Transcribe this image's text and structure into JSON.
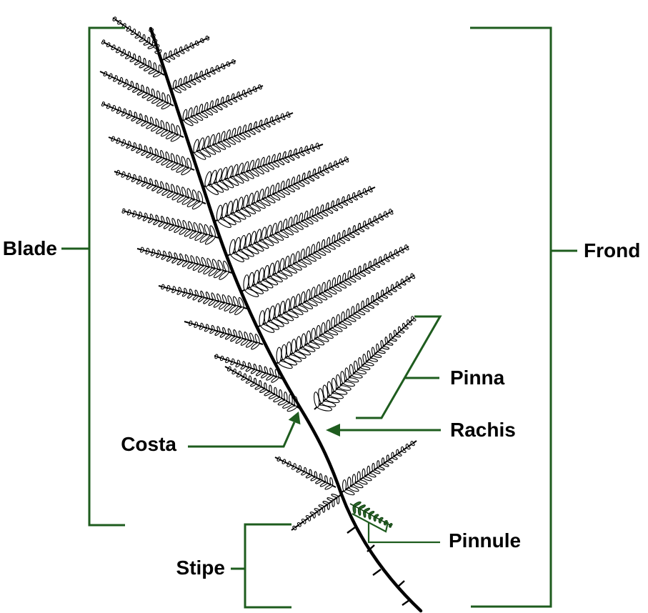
{
  "labels": {
    "blade": "Blade",
    "frond": "Frond",
    "pinna": "Pinna",
    "rachis": "Rachis",
    "costa": "Costa",
    "pinnule": "Pinnule",
    "stipe": "Stipe"
  },
  "colors": {
    "annotation": "#1E5C1E",
    "pinnule_highlight": "#2E6B2E",
    "pinnule_outline": "#10400F",
    "ink": "#000000",
    "background": "#FFFFFF"
  }
}
